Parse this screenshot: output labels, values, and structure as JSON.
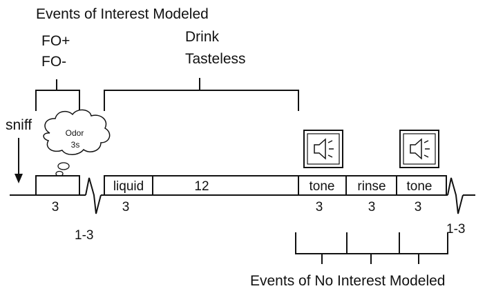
{
  "header": {
    "title": "Events of Interest Modeled",
    "cond_pos": "FO+",
    "cond_neg": "FO-",
    "drink": "Drink",
    "tasteless": "Tasteless"
  },
  "cue": {
    "sniff": "sniff",
    "odor_word": "Odor",
    "odor_dur": "3s"
  },
  "segments": {
    "liquid": "liquid",
    "twelve": "12",
    "tone1": "tone",
    "rinse": "rinse",
    "tone2": "tone"
  },
  "durations": {
    "odor": "3",
    "liquid": "3",
    "tone1": "3",
    "rinse": "3",
    "tone2": "3",
    "jitter1": "1-3",
    "jitter2": "1-3"
  },
  "footer": {
    "no_interest": "Events of No Interest Modeled"
  },
  "icons": [
    "speaker-icon",
    "speaker-icon"
  ]
}
